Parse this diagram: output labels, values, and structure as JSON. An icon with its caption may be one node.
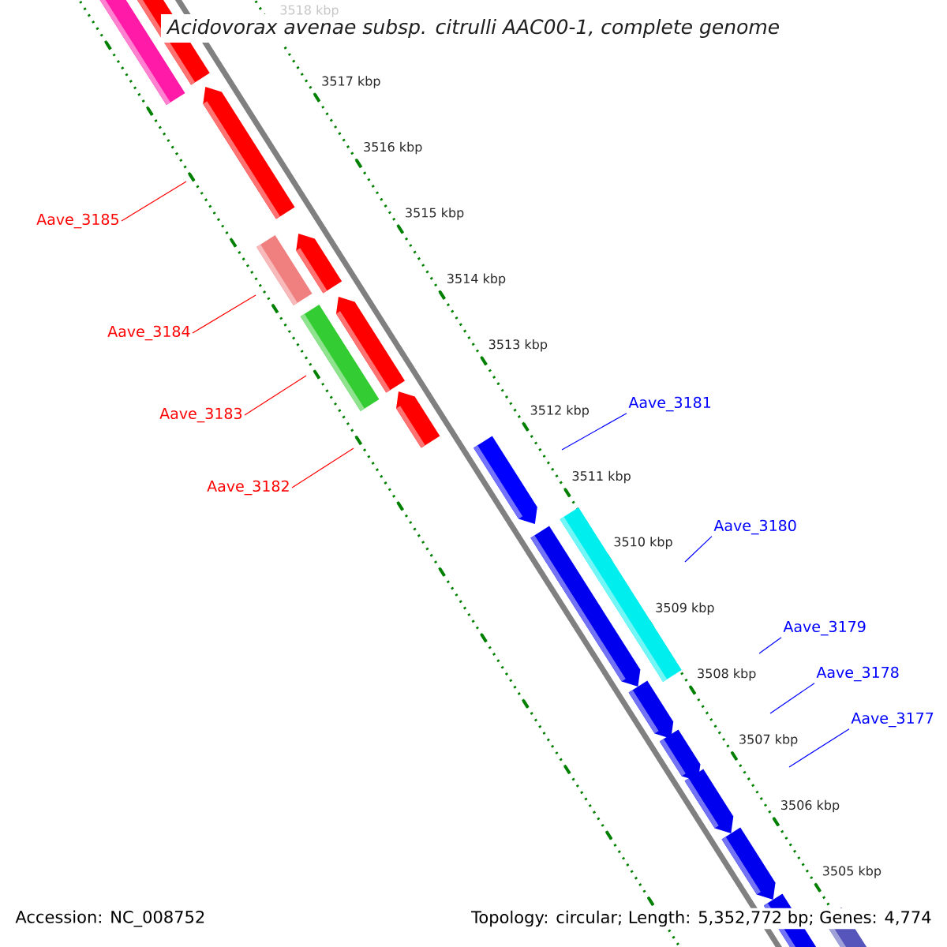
{
  "diagram": {
    "title": "Acidovorax avenae subsp. citrulli AAC00-1, complete genome",
    "nodes": [
      {
        "text": [
          "Aave_3185"
        ]
      },
      {
        "text": [
          "Aave_3184"
        ]
      },
      {
        "text": [
          "Aave_3181"
        ]
      },
      {
        "text": [
          "Aave_3183"
        ]
      },
      {
        "text": [
          "Aave_3182"
        ]
      },
      {
        "text": [
          "Aave_3180"
        ]
      },
      {
        "text": [
          "Aave_3179"
        ]
      },
      {
        "text": [
          "Aave_3178"
        ]
      },
      {
        "text": [
          "Aave_3177"
        ]
      }
    ],
    "edges": [
      {
        "from": 0,
        "to": null,
        "arrow": "none",
        "color": "#ff0000"
      },
      {
        "from": 1,
        "to": null,
        "arrow": "none",
        "color": "#ff0000"
      },
      {
        "from": 2,
        "to": null,
        "arrow": "none",
        "color": "#0000ff"
      },
      {
        "from": 3,
        "to": null,
        "arrow": "none",
        "color": "#ff0000"
      },
      {
        "from": 4,
        "to": null,
        "arrow": "none",
        "color": "#ff0000"
      },
      {
        "from": 5,
        "to": null,
        "arrow": "none",
        "color": "#0000ff"
      },
      {
        "from": 6,
        "to": null,
        "arrow": "none",
        "color": "#0000ff"
      },
      {
        "from": 7,
        "to": null,
        "arrow": "none",
        "color": "#0000ff"
      },
      {
        "from": 8,
        "to": null,
        "arrow": "none",
        "color": "#0000ff"
      }
    ],
    "labels": [
      "3518 kbp",
      "3517 kbp",
      "3516 kbp",
      "3515 kbp",
      "3514 kbp",
      "3513 kbp",
      "3512 kbp",
      "3511 kbp",
      "3510 kbp",
      "3509 kbp",
      "3508 kbp",
      "3507 kbp",
      "3506 kbp",
      "3505 kbp",
      "Accession: NC_008752",
      "Topology: circular; Length: 5,352,772 bp; Genes: 4,774"
    ]
  }
}
